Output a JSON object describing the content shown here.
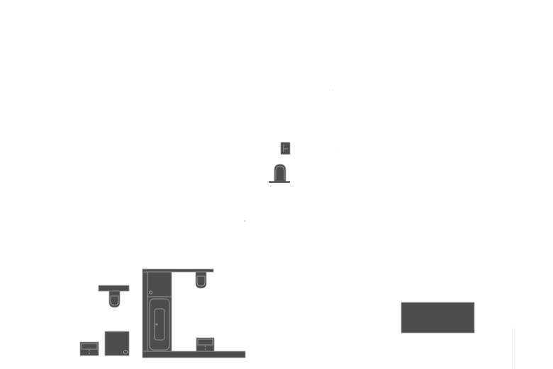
{
  "drawing": {
    "type": "floor-plan",
    "fixture_color": "#4d4d4d",
    "outline_color": "#9a9a9a",
    "background": "#ffffff",
    "fixtures": [
      "toilet",
      "toilet",
      "toilet",
      "sink",
      "sink",
      "bathtub",
      "cabinet",
      "shower-tray",
      "shelf",
      "counter",
      "outlet-box"
    ]
  }
}
